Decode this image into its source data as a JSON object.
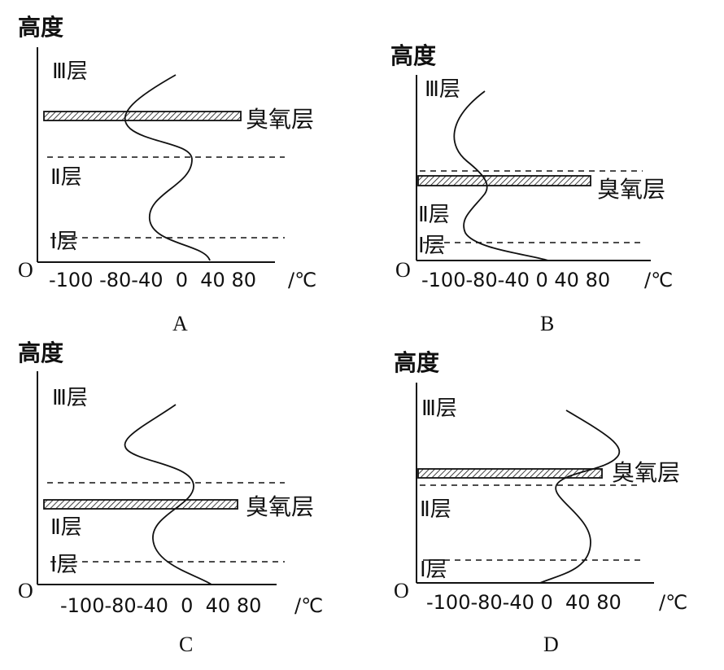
{
  "axis_y_label": "高度",
  "origin_label": "O",
  "unit_label": "/℃",
  "ozone_label": "臭氧层",
  "panels": [
    {
      "id": "A",
      "layer3": "Ⅲ层",
      "layer2": "Ⅱ层",
      "layer1": "Ⅰ层",
      "ticks": "-100 -80-40  0  40 80"
    },
    {
      "id": "B",
      "layer3": "Ⅲ层",
      "layer2": "Ⅱ层",
      "layer1": "Ⅰ层",
      "ticks": "-100-80-40 0 40 80"
    },
    {
      "id": "C",
      "layer3": "Ⅲ层",
      "layer2": "Ⅱ层",
      "layer1": "Ⅰ层",
      "ticks": "-100-80-40  0  40 80"
    },
    {
      "id": "D",
      "layer3": "Ⅲ层",
      "layer2": "Ⅱ层",
      "layer1": "Ⅰ层",
      "ticks": "-100-80-40 0  40 80"
    }
  ]
}
